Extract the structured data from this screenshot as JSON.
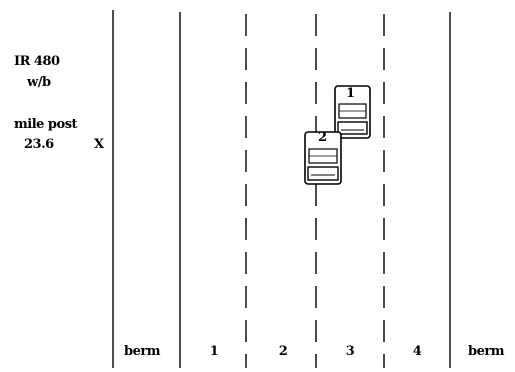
{
  "location": {
    "route": "IR 480",
    "direction": "w/b",
    "mile_post_label": "mile post",
    "mile_post_value": "23.6",
    "marker": "X"
  },
  "lanes": [
    "berm",
    "1",
    "2",
    "3",
    "4",
    "berm"
  ],
  "vehicles": [
    {
      "number": "1",
      "lane": "3"
    },
    {
      "number": "2",
      "lane": "3"
    }
  ]
}
